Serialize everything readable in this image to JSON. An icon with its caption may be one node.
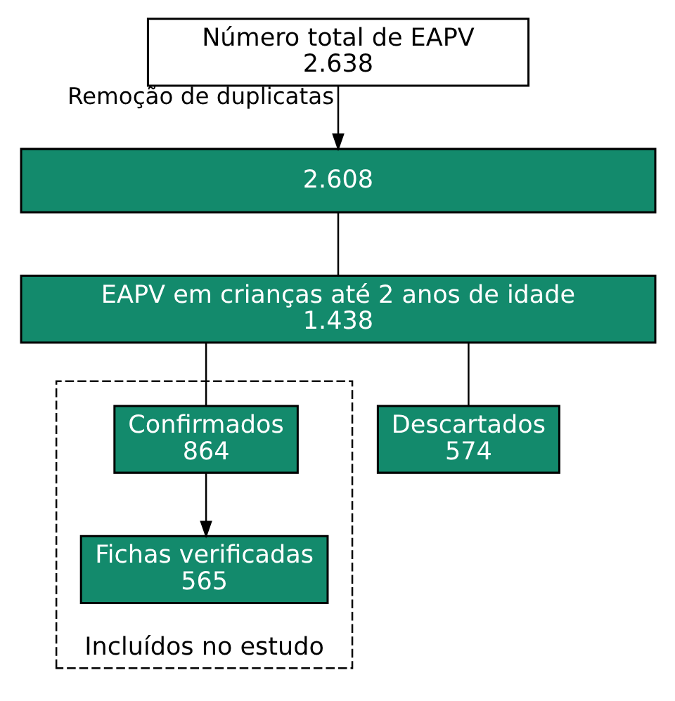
{
  "diagram": {
    "nodes": [
      {
        "text": [
          "Número total de EAPV",
          "2.638"
        ]
      },
      {
        "text": [
          "2.608"
        ]
      },
      {
        "text": [
          "EAPV em crianças até 2 anos de idade",
          "1.438"
        ]
      },
      {
        "text": [
          "Incluídos no estudo"
        ]
      },
      {
        "text": [
          "Confirmados",
          "864"
        ],
        "in": 3
      },
      {
        "text": [
          "Descartados",
          "574"
        ]
      },
      {
        "text": [
          "Fichas verificadas",
          "565"
        ],
        "in": 3
      }
    ],
    "edges": [
      {
        "from": 0,
        "to": 1,
        "arrow": "to",
        "label": "Remoção de duplicatas"
      },
      {
        "from": 1,
        "to": 2,
        "arrow": "none"
      },
      {
        "from": 2,
        "to": 4,
        "arrow": "none"
      },
      {
        "from": 2,
        "to": 5,
        "arrow": "none"
      },
      {
        "from": 4,
        "to": 6,
        "arrow": "to"
      }
    ]
  }
}
